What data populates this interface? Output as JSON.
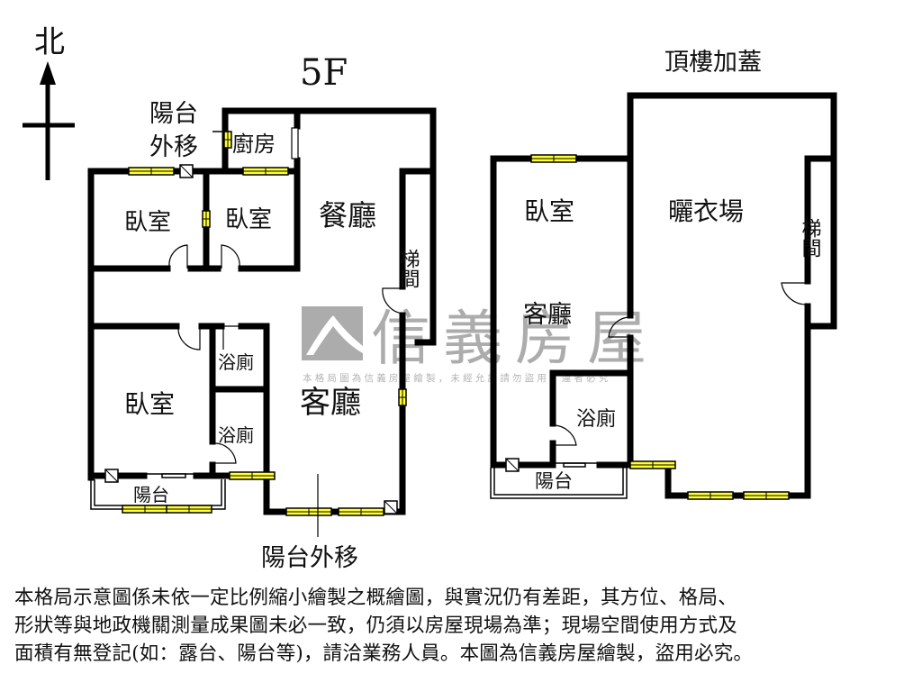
{
  "compass": {
    "north_label": "北"
  },
  "floors": [
    {
      "title": "5F",
      "rooms": {
        "bedroom_nw": "臥室",
        "bedroom_n": "臥室",
        "kitchen": "廚房",
        "dining": "餐廳",
        "stair": "梯間",
        "bedroom_sw": "臥室",
        "bath_1": "浴廁",
        "bath_2": "浴廁",
        "living": "客廳",
        "balcony": "陽台"
      },
      "annotations": {
        "balcony_moved_top": [
          "陽台",
          "外移"
        ],
        "balcony_moved_bottom": "陽台外移"
      }
    },
    {
      "title": "頂樓加蓋",
      "rooms": {
        "bedroom": "臥室",
        "living": "客廳",
        "laundry": "曬衣場",
        "stair": "梯間",
        "bath": "浴廁",
        "balcony": "陽台"
      }
    }
  ],
  "watermark": {
    "brand": "信義房屋",
    "notice": "本格局圖為信義房屋繪製，未經允許請勿盜用，違者必究"
  },
  "disclaimer": {
    "lines": [
      "本格局示意圖係未依一定比例縮小繪製之概繪圖，與實況仍有差距，其方位、格局、",
      "形狀等與地政機關測量成果圖未必一致，仍須以房屋現場為準；現場空間使用方式及",
      "面積有無登記(如：露台、陽台等)，請洽業務人員。本圖為信義房屋繪製，盜用必究。"
    ]
  },
  "colors": {
    "wall": "#000000",
    "window": "#ffff33",
    "watermark": "#a8a8a8",
    "background": "#ffffff"
  }
}
